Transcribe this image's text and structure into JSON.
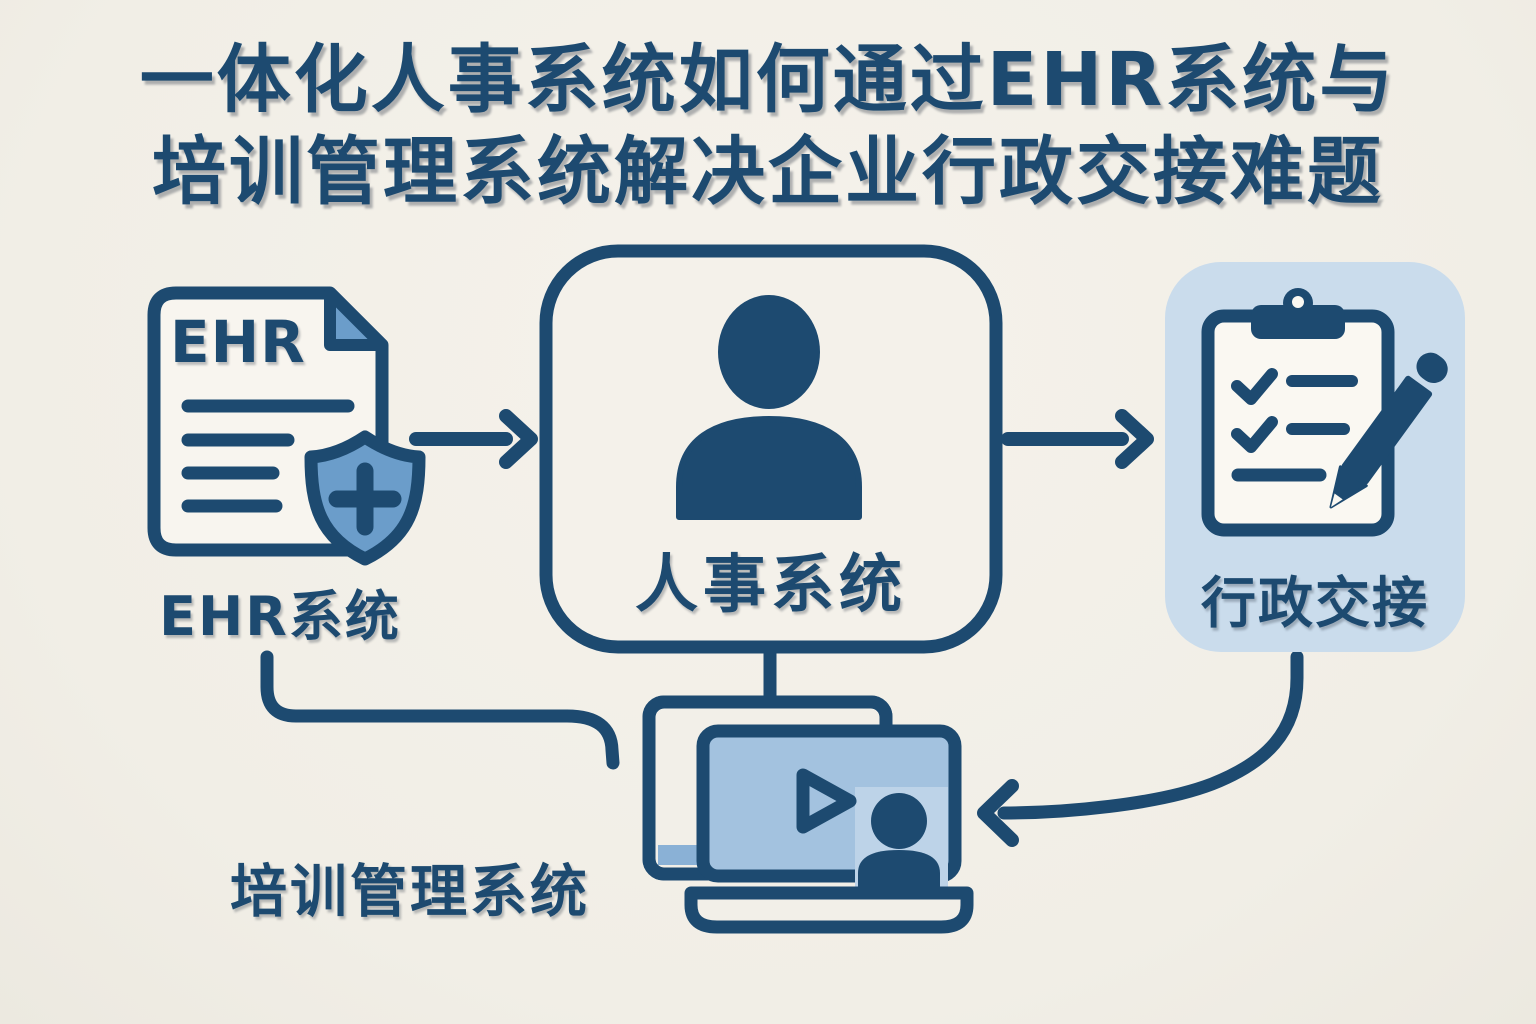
{
  "title": {
    "line1": "一体化人事系统如何通过EHR系统与",
    "line2": "培训管理系统解决企业行政交接难题"
  },
  "nodes": {
    "ehr_system": {
      "icon": "document-with-shield-plus",
      "doc_text": "EHR",
      "label": "EHR系统"
    },
    "hr_system": {
      "icon": "person-in-rounded-box",
      "label": "人事系统"
    },
    "admin_handover": {
      "icon": "clipboard-checklist-with-pencil",
      "label": "行政交接"
    },
    "training_system": {
      "icon": "laptop-video-call-with-monitor",
      "label": "培训管理系统"
    }
  },
  "edges": [
    {
      "from": "EHR系统",
      "to": "人事系统",
      "style": "straight-arrow-right"
    },
    {
      "from": "人事系统",
      "to": "行政交接",
      "style": "straight-arrow-right"
    },
    {
      "from": "人事系统",
      "to": "培训管理系统",
      "style": "vertical-connector"
    },
    {
      "from": "EHR系统",
      "to": "培训管理系统",
      "style": "curved-connector"
    },
    {
      "from": "行政交接",
      "to": "培训管理系统",
      "style": "curved-arrow-left"
    }
  ],
  "colors": {
    "background": "#f2efe8",
    "navy": "#1d4a70",
    "mid_blue": "#6b9dca",
    "screen_blue": "#a3c2df",
    "inset_blue": "#bdd3e8",
    "panel_blue": "#cadcec",
    "paper": "#f8f5ef",
    "monitor_strip_blue": "#8ab1d6"
  }
}
